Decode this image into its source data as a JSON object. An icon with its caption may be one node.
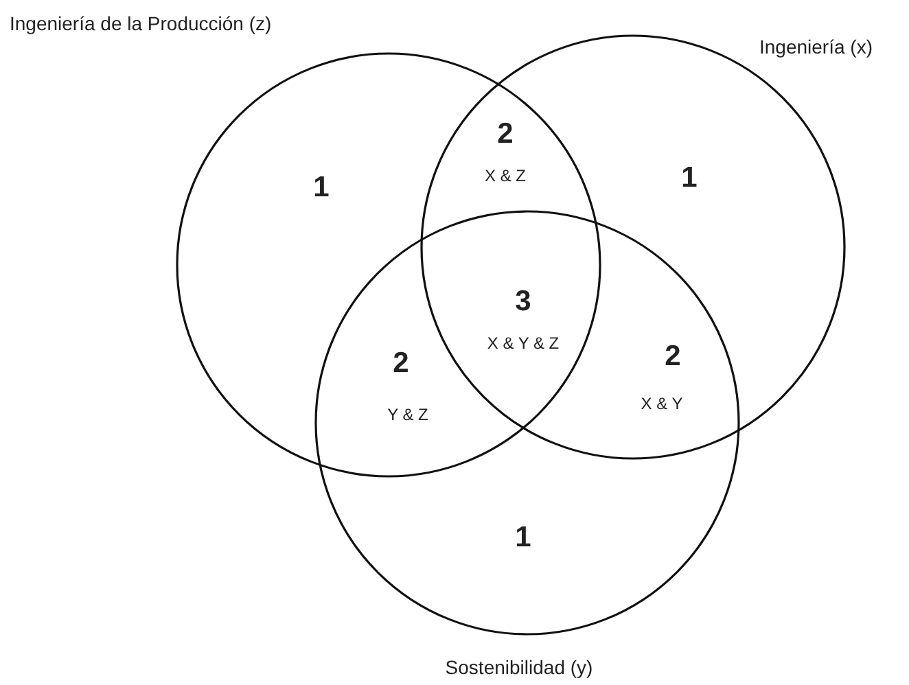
{
  "diagram": {
    "nodes": [
      {
        "text": [
          "Ingeniería de la Producción (z)"
        ]
      },
      {
        "text": [
          "Ingeniería (x)"
        ]
      },
      {
        "text": [
          "Sostenibilidad (y)"
        ]
      }
    ],
    "labels": [
      "2",
      "X & Z",
      "1",
      "1",
      "3",
      "X & Y & Z",
      "2",
      "Y & Z",
      "2",
      "X & Y",
      "1"
    ]
  }
}
